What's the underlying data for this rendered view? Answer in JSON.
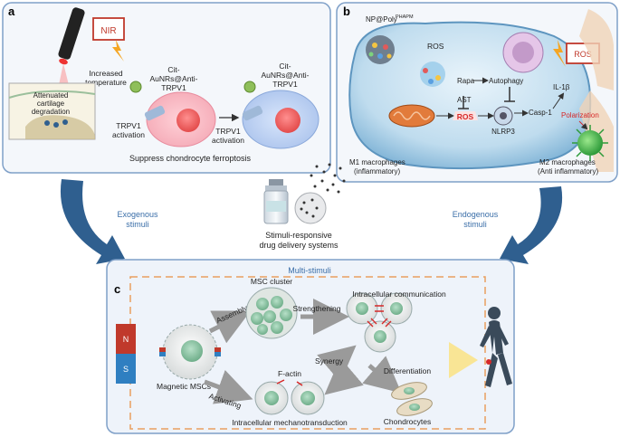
{
  "panel_a": {
    "letter": "a",
    "nir": "NIR",
    "increased_temperature": [
      "Increased",
      "temperature"
    ],
    "cit_label_1": [
      "Cit-",
      "AuNRs@Anti-",
      "TRPV1"
    ],
    "cit_label_2": [
      "Cit-",
      "AuNRs@Anti-",
      "TRPV1"
    ],
    "attenuated": [
      "Attenuated",
      "cartilage",
      "degradation"
    ],
    "trpv1_activation_1": [
      "TRPV1",
      "activation"
    ],
    "trpv1_activation_2": [
      "TRPV1",
      "activation"
    ],
    "caption": "Suppress chondrocyte ferroptosis"
  },
  "panel_b": {
    "letter": "b",
    "np_label": "NP@Poly",
    "np_sup": "PHAPM",
    "ros_top": "ROS",
    "ros_box": "ROS",
    "rapa": "Rapa",
    "ast": "AST",
    "ros_center": "ROS",
    "autophagy": "Autophagy",
    "nlrp3": "NLRP3",
    "casp1": "Casp-1",
    "il1b": "IL-1β",
    "polarization": "Polarization",
    "m1": [
      "M1 macrophages",
      "(inflammatory)"
    ],
    "m2": [
      "M2 macrophages",
      "(Anti inflammatory)"
    ]
  },
  "center": {
    "exogenous": [
      "Exogenous",
      "stimuli"
    ],
    "endogenous": [
      "Endogenous",
      "stimuli"
    ],
    "srds": [
      "Stimuli-responsive",
      "drug delivery systems"
    ]
  },
  "panel_c": {
    "letter": "c",
    "title": "Multi-stimuli",
    "assembly": "Assembly",
    "msc_cluster": "MSC cluster",
    "strengthening": "Strengthening",
    "intracellular_comm": "Intracellular communication",
    "magnetic_mscs": "Magnetic MSCs",
    "synergy": "Synergy",
    "factin": "F-actin",
    "activating": "Activating",
    "mechanotransduction": "Intracellular mechanotransduction",
    "differentiation": "Differentiation",
    "chondrocytes": "Chondrocytes",
    "magnet_n": "N",
    "magnet_s": "S"
  },
  "colors": {
    "panel_border": "#7fa0c8",
    "panel_fill": "#eef3fa",
    "arrow_blue": "#2f5f8f",
    "dashed_orange": "#e8a060",
    "title_blue": "#3a6ea8",
    "magnet_red": "#c0392b",
    "magnet_blue": "#2f7fc1",
    "ros_red": "#d62828"
  }
}
